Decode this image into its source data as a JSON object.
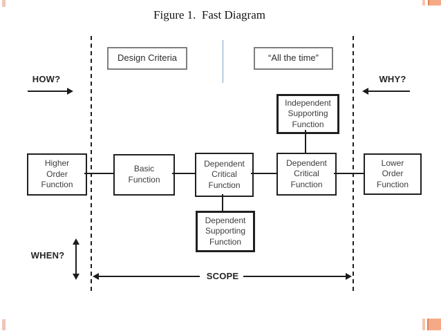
{
  "title": "Figure 1.  Fast Diagram",
  "header_boxes": {
    "design_criteria": "Design Criteria",
    "all_the_time": "“All the time”"
  },
  "direction_labels": {
    "how": "HOW?",
    "why": "WHY?",
    "when": "WHEN?",
    "scope": "SCOPE"
  },
  "function_boxes": {
    "higher_order": "Higher\nOrder\nFunction",
    "basic": "Basic\nFunction",
    "dependent_critical_left": "Dependent\nCritical\nFunction",
    "independent_supporting": "Independent\nSupporting\nFunction",
    "dependent_critical_right": "Dependent\nCritical\nFunction",
    "dependent_supporting": "Dependent\nSupporting\nFunction",
    "lower_order": "Lower\nOrder\nFunction"
  },
  "colors": {
    "line": "#1c1c1c",
    "box_border": "#1f1f1f",
    "header_box_border": "#7e7e7e",
    "text": "#3c3c3c",
    "divider_blue": "#7fa0bd",
    "accent_pink_light": "#eec6b8",
    "accent_pink": "#f7c5ae",
    "accent_salmon": "#f5a987",
    "accent_orange_line": "#de8354"
  }
}
